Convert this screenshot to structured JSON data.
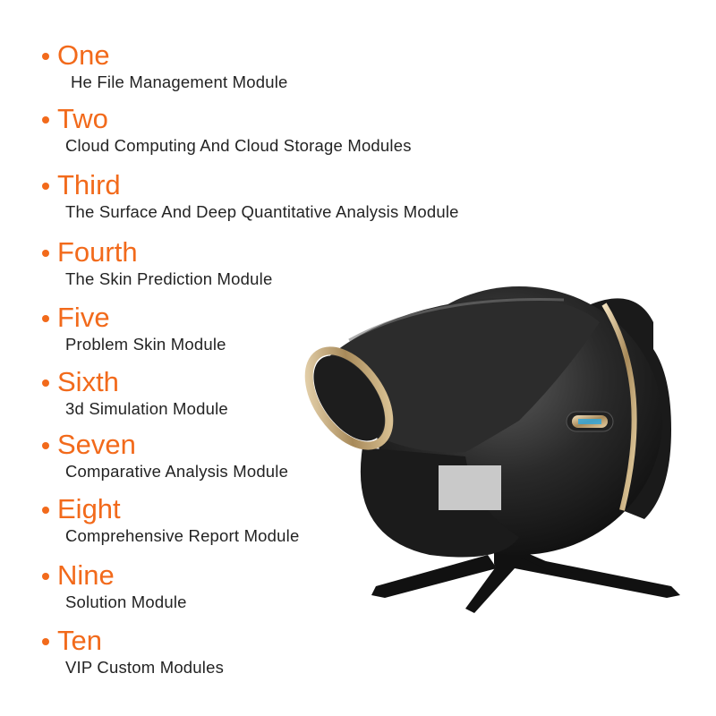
{
  "accent_color": "#f26a1b",
  "modules": [
    {
      "title": "One",
      "subtitle": "He File Management Module"
    },
    {
      "title": "Two",
      "subtitle": "Cloud Computing And Cloud Storage Modules"
    },
    {
      "title": "Third",
      "subtitle": "The Surface And Deep Quantitative Analysis Module"
    },
    {
      "title": "Fourth",
      "subtitle": "The Skin Prediction Module"
    },
    {
      "title": "Five",
      "subtitle": "Problem Skin Module"
    },
    {
      "title": "Sixth",
      "subtitle": "3d Simulation Module"
    },
    {
      "title": "Seven",
      "subtitle": "Comparative Analysis Module"
    },
    {
      "title": "Eight",
      "subtitle": "Comprehensive Report Module"
    },
    {
      "title": "Nine",
      "subtitle": "Solution Module"
    },
    {
      "title": "Ten",
      "subtitle": "VIP Custom Modules"
    }
  ]
}
